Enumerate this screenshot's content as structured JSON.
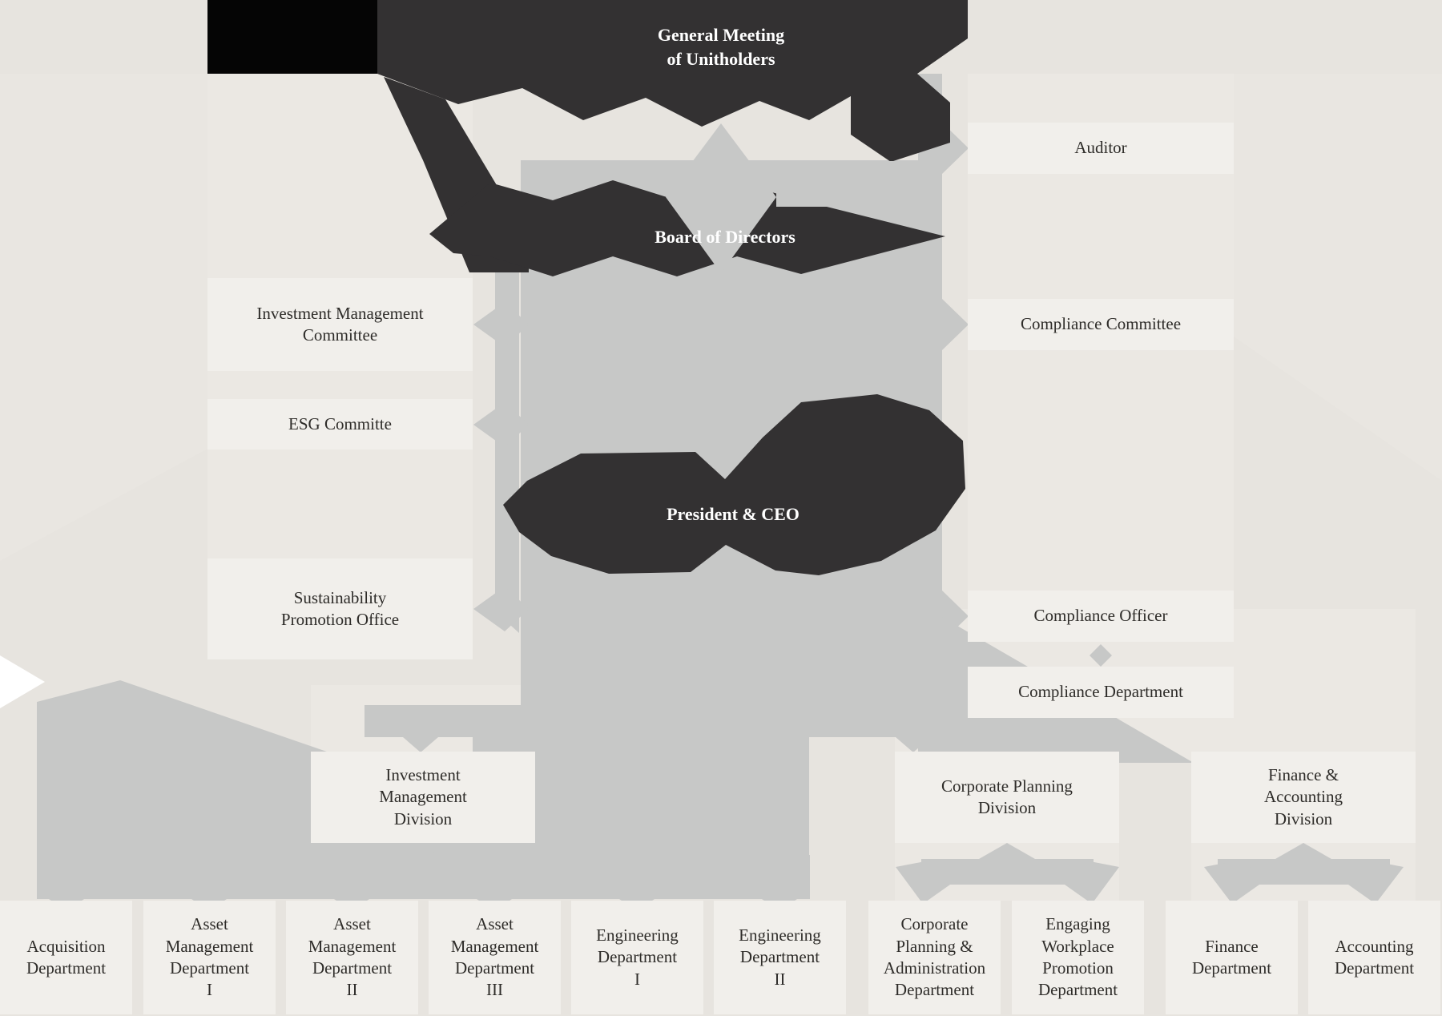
{
  "colors": {
    "dark_shape": "#333132",
    "black_shape": "#050505",
    "connector_gray": "#c7c8c7",
    "background": "#e7e4df",
    "column_band": "#ebe8e3",
    "box_fill": "#f1efeb",
    "box_text": "#2e2c29",
    "dark_label_text": "#ffffff"
  },
  "nodes": {
    "general_meeting": {
      "label": "General Meeting\nof Unitholders"
    },
    "board_of_directors": {
      "label": "Board of Directors"
    },
    "president_ceo": {
      "label": "President & CEO"
    },
    "auditor": {
      "label": "Auditor"
    },
    "compliance_committee": {
      "label": "Compliance Committee"
    },
    "investment_management_committee": {
      "label": "Investment Management\nCommittee"
    },
    "esg_committee": {
      "label": "ESG Committe"
    },
    "sustainability_promotion_office": {
      "label": "Sustainability\nPromotion Office"
    },
    "compliance_officer": {
      "label": "Compliance Officer"
    },
    "compliance_department": {
      "label": "Compliance Department"
    },
    "investment_management_division": {
      "label": "Investment\nManagement\nDivision"
    },
    "corporate_planning_division": {
      "label": "Corporate Planning\nDivision"
    },
    "finance_accounting_division": {
      "label": "Finance &\nAccounting\nDivision"
    },
    "acquisition_department": {
      "label": "Acquisition\nDepartment"
    },
    "asset_management_department_1": {
      "label": "Asset\nManagement\nDepartment\nI"
    },
    "asset_management_department_2": {
      "label": "Asset\nManagement\nDepartment\nII"
    },
    "asset_management_department_3": {
      "label": "Asset\nManagement\nDepartment\nIII"
    },
    "engineering_department_1": {
      "label": "Engineering\nDepartment\nI"
    },
    "engineering_department_2": {
      "label": "Engineering\nDepartment\nII"
    },
    "corporate_planning_admin_department": {
      "label": "Corporate\nPlanning &\nAdministration\nDepartment"
    },
    "engaging_workplace_promotion_department": {
      "label": "Engaging\nWorkplace\nPromotion\nDepartment"
    },
    "finance_department": {
      "label": "Finance\nDepartment"
    },
    "accounting_department": {
      "label": "Accounting\nDepartment"
    }
  }
}
